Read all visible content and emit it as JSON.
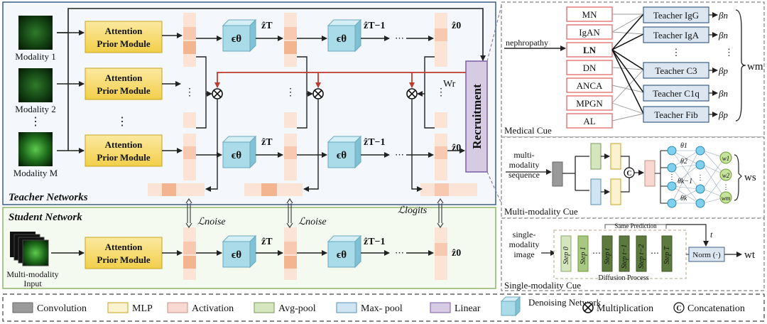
{
  "teacher": {
    "section_label": "Teacher Networks",
    "modality_1": "Modality 1",
    "modality_2": "Modality 2",
    "modality_m": "Modality M",
    "apm_line1": "Attention",
    "apm_line2": "Prior Module",
    "eps": "ϵθ",
    "z_T": "ẑT",
    "z_T1": "ẑT−1",
    "z_0": "ẑ0",
    "w_r": "Wr",
    "recruitment": "Recruitment"
  },
  "student": {
    "section_label": "Student Network",
    "input_line1": "Multi-modality",
    "input_line2": "Input",
    "loss_noise_1": "ℒnoise",
    "loss_noise_2": "ℒnoise",
    "loss_logits": "ℒlogits"
  },
  "medical_cue": {
    "title": "Medical Cue",
    "nephropathy": "nephropathy",
    "diseases": [
      "MN",
      "IgAN",
      "LN",
      "DN",
      "ANCA",
      "MPGN",
      "AL"
    ],
    "teachers": [
      "Teacher IgG",
      "Teacher IgA",
      "⋮",
      "Teacher C3",
      "Teacher C1q",
      "Teacher Fib"
    ],
    "betas": [
      "βn",
      "βn",
      "⋮",
      "βp",
      "βn",
      "βp"
    ],
    "w_m": "wm"
  },
  "multi_modality_cue": {
    "title": "Multi-modality Cue",
    "input_line1": "multi-",
    "input_line2": "modality",
    "input_line3": "sequence",
    "concat": "C",
    "thetas": [
      "θ1",
      "θ2",
      "θk−1",
      "θk"
    ],
    "weights": [
      "w1",
      "w2",
      "wm"
    ],
    "w_s": "ws"
  },
  "single_modality_cue": {
    "title": "Single-modality Cue",
    "input_line1": "single-",
    "input_line2": "modality",
    "input_line3": "image",
    "same_prediction": "Same Prediction",
    "steps": [
      "Step 0",
      "Step 1",
      "Step t",
      "Step t−1",
      "Step t−2",
      "Step T"
    ],
    "diffusion_process": "Diffusion Process",
    "t_label": "t",
    "norm": "Norm (·)",
    "w_t": "wt"
  },
  "legend": [
    {
      "label": "Convolution",
      "color": "#9a9a9a"
    },
    {
      "label": "MLP",
      "color": "#fbf3cf"
    },
    {
      "label": "Activation",
      "color": "#f7d9d2"
    },
    {
      "label": "Avg-pool",
      "color": "#d5e6bf"
    },
    {
      "label": "Max- pool",
      "color": "#cfe6f2"
    },
    {
      "label": "Linear",
      "color": "#d7cbe3"
    },
    {
      "label": "Denoising Network",
      "color": "#a9dbe8"
    },
    {
      "label": "Multiplication",
      "color": "#000000"
    },
    {
      "label": "Concatenation",
      "color": "#000000"
    }
  ],
  "colors": {
    "teacher_border": "#3d5f86",
    "student_border": "#8fb36b",
    "apm_fill": "#f5d766",
    "eps_fill": "#a9dbe8",
    "red_arrow": "#c0392b",
    "disease_border": "#e57373",
    "teacher_box_fill": "#dce6f1"
  }
}
